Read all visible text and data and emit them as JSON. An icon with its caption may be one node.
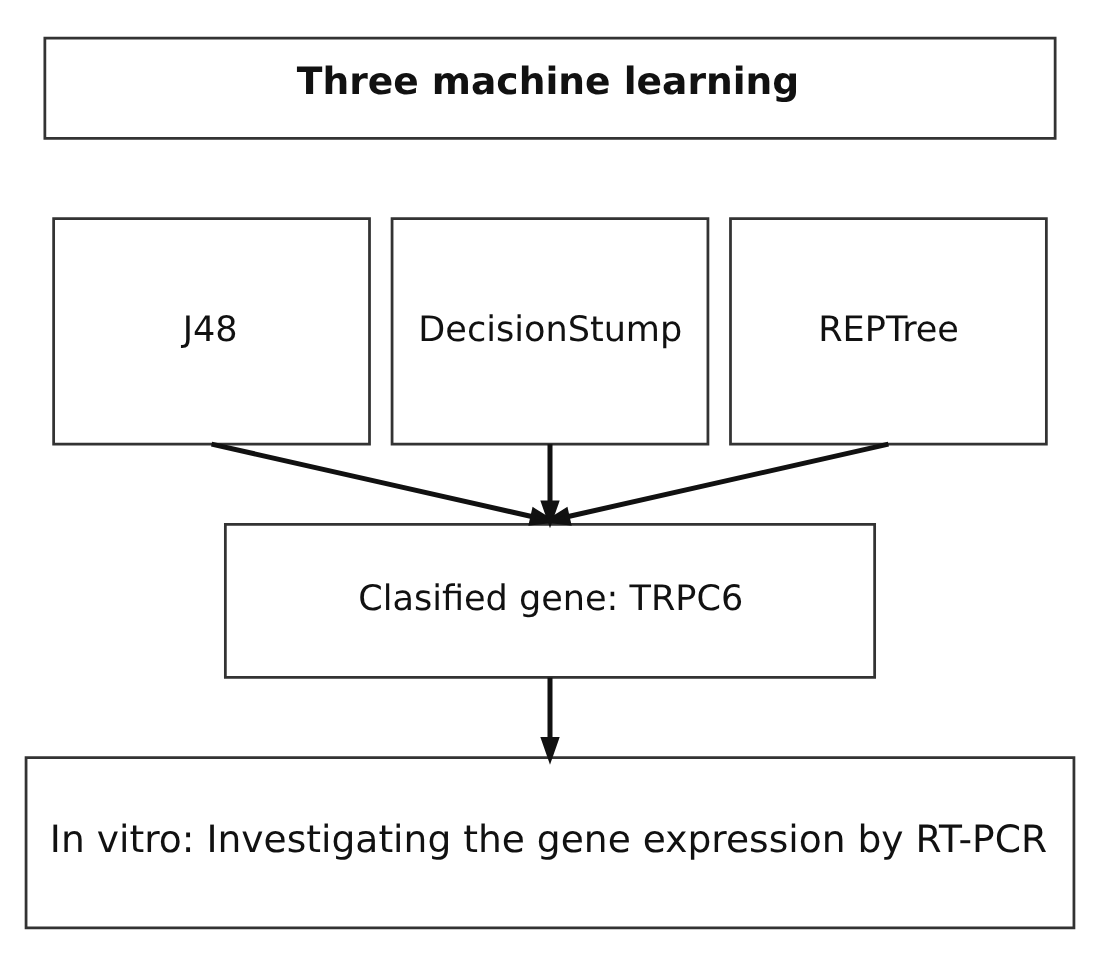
{
  "diagram": {
    "nodes": [
      {
        "text": [
          "Three machine learning"
        ]
      },
      {
        "text": [
          "J48"
        ]
      },
      {
        "text": [
          "DecisionStump"
        ]
      },
      {
        "text": [
          "REPTree"
        ]
      },
      {
        "text": [
          "Clasified gene: TRPC6"
        ]
      },
      {
        "text": [
          "In vitro: Investigating the gene expression by RT-PCR"
        ]
      }
    ],
    "edges": [
      {
        "from": 1,
        "to": 4,
        "arrow": "to"
      },
      {
        "from": 2,
        "to": 4,
        "arrow": "to"
      },
      {
        "from": 3,
        "to": 4,
        "arrow": "to"
      },
      {
        "from": 4,
        "to": 5,
        "arrow": "to"
      }
    ]
  }
}
